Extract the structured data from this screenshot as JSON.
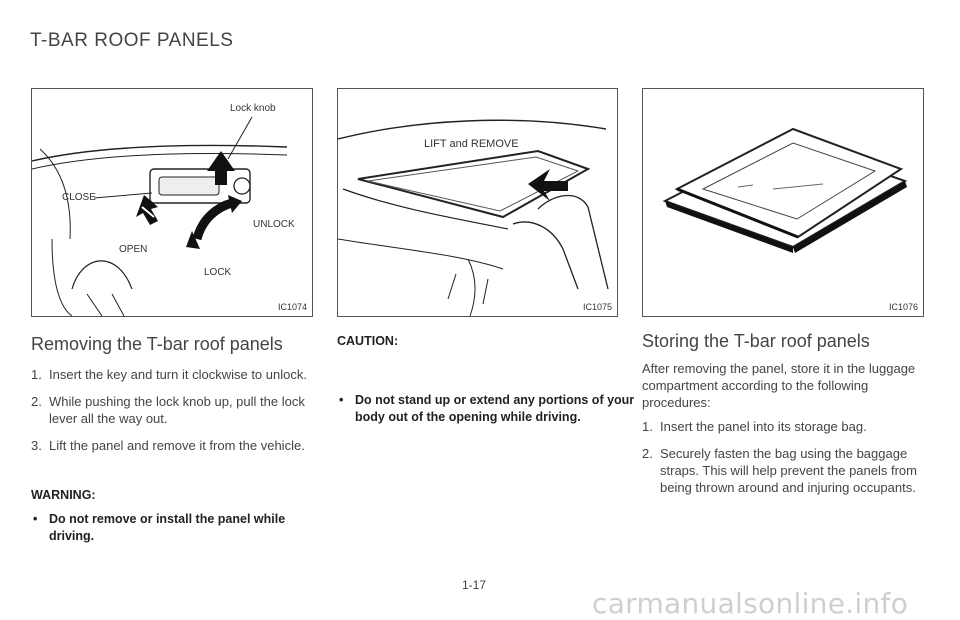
{
  "page": {
    "title": "T-BAR ROOF PANELS",
    "page_number": "1-17",
    "watermark": "carmanualsonline.info"
  },
  "figures": {
    "fig1": {
      "code": "IC1074",
      "labels": {
        "lock_knob": "Lock knob",
        "close": "CLOSE",
        "unlock": "UNLOCK",
        "open": "OPEN",
        "lock": "LOCK"
      }
    },
    "fig2": {
      "code": "IC1075",
      "labels": {
        "lift_remove": "LIFT and REMOVE"
      }
    },
    "fig3": {
      "code": "IC1076"
    }
  },
  "removing": {
    "heading": "Removing the T-bar roof panels",
    "steps": [
      {
        "num": "1.",
        "text": "Insert the key and turn it clockwise to unlock."
      },
      {
        "num": "2.",
        "text": "While pushing the lock knob up, pull the lock lever all the way out."
      },
      {
        "num": "3.",
        "text": "Lift the panel and remove it from the vehicle."
      }
    ],
    "warning_label": "WARNING:",
    "warning_text": "Do not remove or install the panel while driving."
  },
  "caution": {
    "label": "CAUTION:",
    "text": "Do not stand up or extend any portions of your body out of the opening while driving."
  },
  "storing": {
    "heading": "Storing the T-bar roof panels",
    "intro": "After removing the panel, store it in the luggage compartment according to the following procedures:",
    "steps": [
      {
        "num": "1.",
        "text": "Insert the panel into its storage bag."
      },
      {
        "num": "2.",
        "text": "Securely fasten the bag using the baggage straps. This will help prevent the panels from being thrown around and injuring occupants."
      }
    ]
  }
}
